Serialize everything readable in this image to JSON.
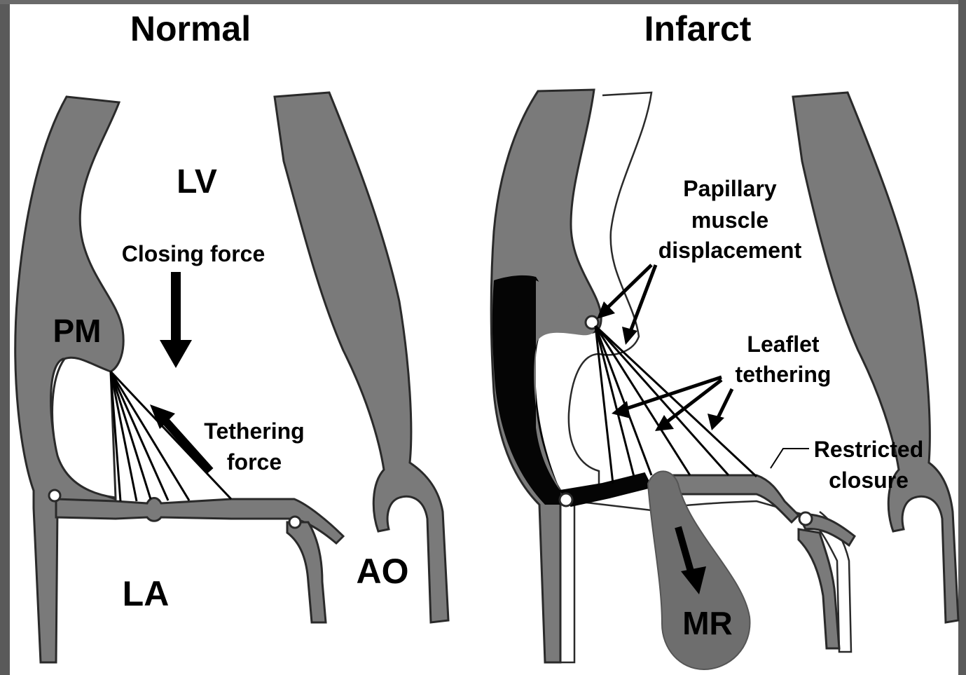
{
  "panels": {
    "normal": {
      "title": "Normal",
      "labels": {
        "lv": "LV",
        "closing_force": "Closing force",
        "pm": "PM",
        "tethering_force_line1": "Tethering",
        "tethering_force_line2": "force",
        "la": "LA",
        "ao": "AO"
      }
    },
    "infarct": {
      "title": "Infarct",
      "labels": {
        "papillary_line1": "Papillary",
        "papillary_line2": "muscle",
        "papillary_line3": "displacement",
        "leaflet_line1": "Leaflet",
        "leaflet_line2": "tethering",
        "restricted_line1": "Restricted",
        "restricted_line2": "closure",
        "mr": "MR"
      }
    }
  },
  "colors": {
    "wall": "#7a7a7a",
    "outline": "#2a2a2a",
    "infarct_wall": "#050505",
    "mr_jet": "#6e6e6e",
    "frame": "#5a5a5a"
  }
}
